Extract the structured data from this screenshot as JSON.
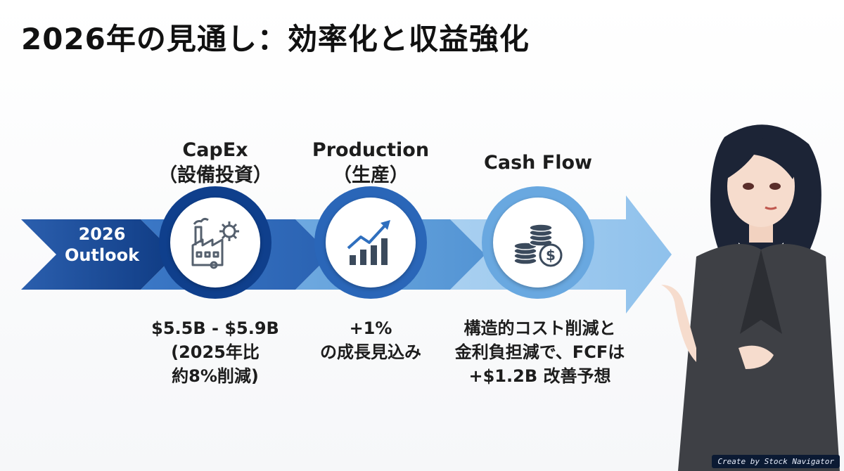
{
  "title": "2026年の見通し：効率化と収益強化",
  "outlook_lines": [
    "2026",
    "Outlook"
  ],
  "steps": [
    {
      "title_lines": [
        "CapEx",
        "（設備投資）"
      ],
      "icon": "factory-gear-icon",
      "desc_lines": [
        "$5.5B - $5.9B",
        "(2025年比",
        "約8%削減)"
      ]
    },
    {
      "title_lines": [
        "Production",
        "（生産）"
      ],
      "icon": "growth-chart-icon",
      "desc_lines": [
        "+1%",
        "の成長見込み"
      ]
    },
    {
      "title_lines": [
        "Cash Flow"
      ],
      "icon": "coins-dollar-icon",
      "desc_lines": [
        "構造的コスト削減と",
        "金利負担減で、FCFは",
        "+$1.2B 改善予想"
      ]
    }
  ],
  "watermark": "Create by Stock Navigator",
  "colors": {
    "seg1": "#1e4f9e",
    "seg2": "#2f6fbe",
    "seg3": "#5a9bd8",
    "seg4": "#a6cff0",
    "ring1": "#0f3f8c",
    "ring2": "#2a66b8",
    "ring3": "#69a8e0"
  }
}
